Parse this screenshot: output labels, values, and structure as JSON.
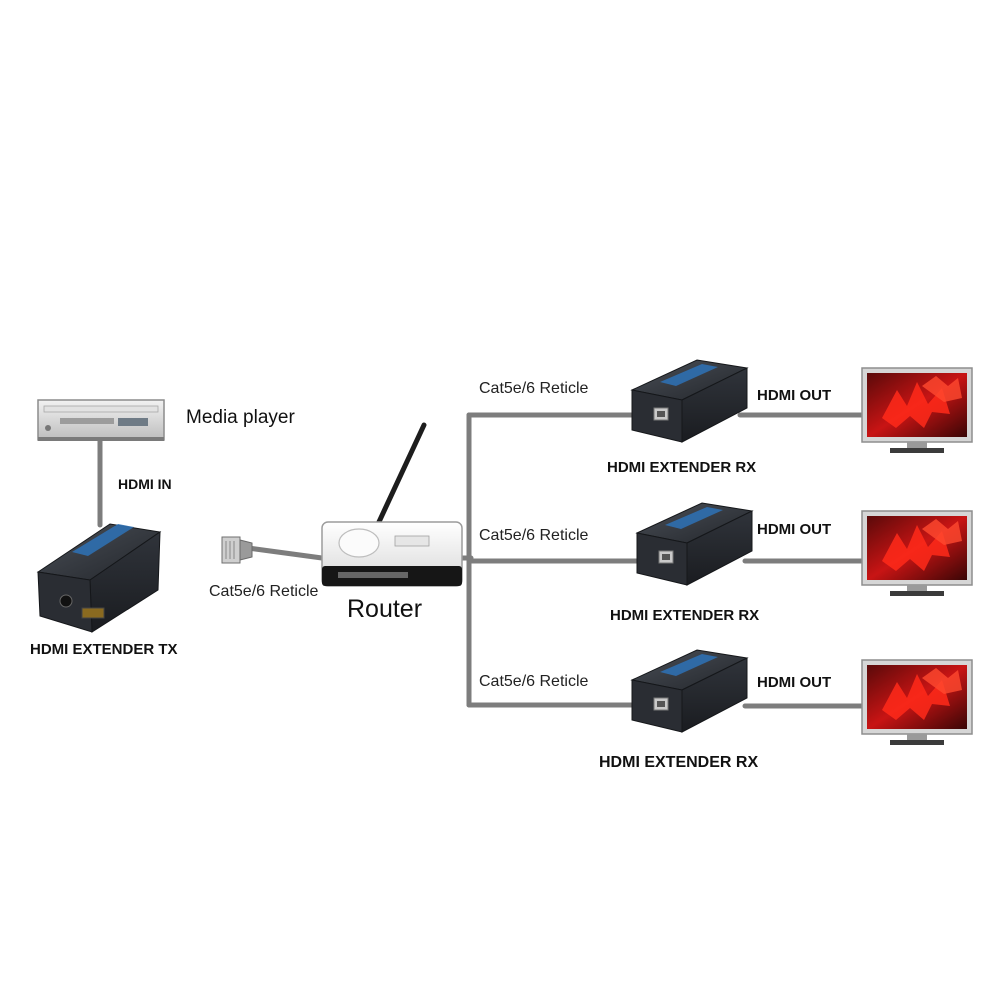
{
  "labels": {
    "media_player": "Media player",
    "hdmi_in": "HDMI IN",
    "tx_name": "HDMI EXTENDER TX",
    "tx_cable": "Cat5e/6 Reticle",
    "router": "Router",
    "rx_branches": [
      {
        "cable": "Cat5e/6 Reticle",
        "rx_name": "HDMI EXTENDER RX",
        "out": "HDMI OUT"
      },
      {
        "cable": "Cat5e/6 Reticle",
        "rx_name": "HDMI EXTENDER RX",
        "out": "HDMI OUT"
      },
      {
        "cable": "Cat5e/6 Reticle",
        "rx_name": "HDMI EXTENDER RX",
        "out": "HDMI OUT"
      }
    ]
  },
  "icons": {
    "media_player": "media-player-icon",
    "tx_unit": "hdmi-extender-tx-icon",
    "connector": "rj45-connector-icon",
    "router": "router-icon",
    "rx_unit": "hdmi-extender-rx-icon",
    "display": "tv-display-icon"
  },
  "colors": {
    "cable": "#7d7d7d",
    "device_body": "#2b2f36",
    "device_accent": "#2f6fb0",
    "screen_red": "#d91c1c",
    "router_white": "#f2f2f2"
  }
}
